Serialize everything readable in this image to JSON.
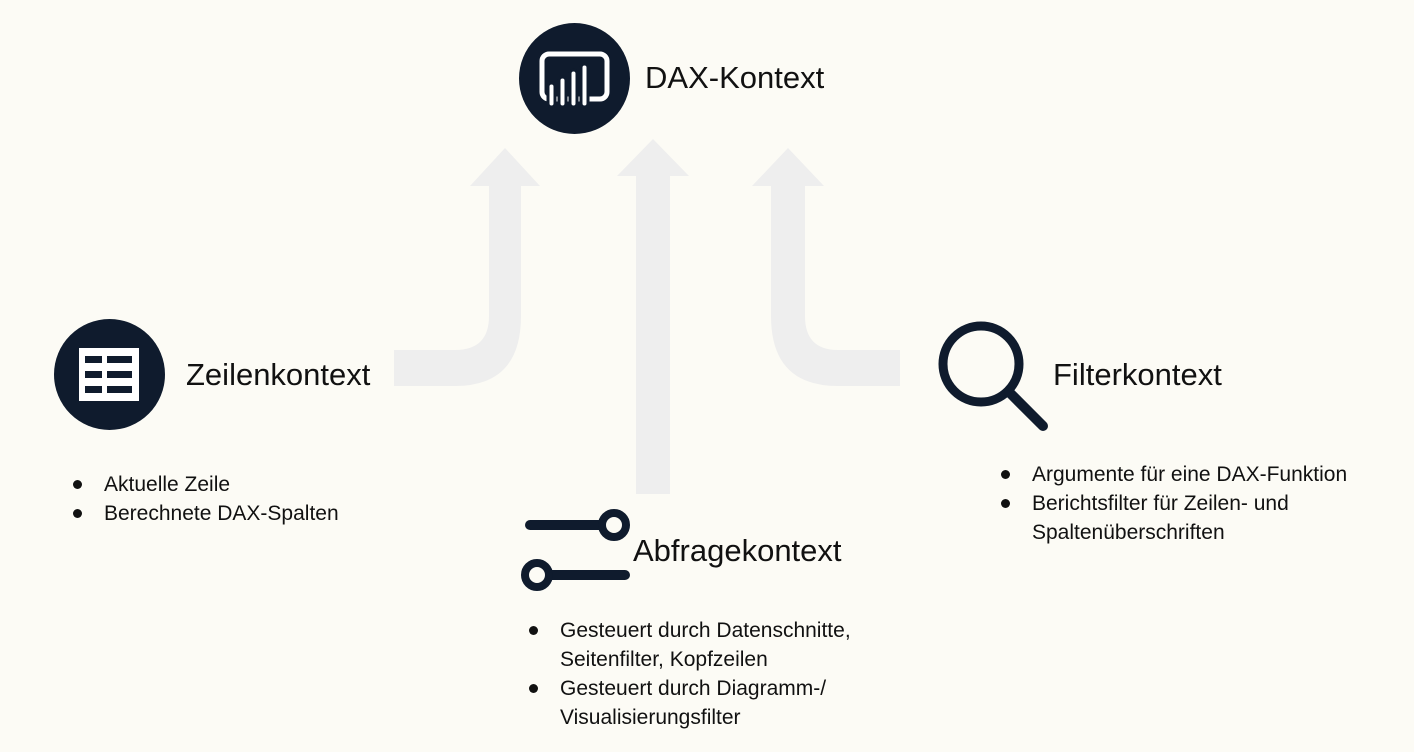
{
  "colors": {
    "background": "#fcfbf5",
    "icon_navy": "#0f1b2d",
    "arrow_gray": "#eeeeee",
    "text": "#111111"
  },
  "center": {
    "title": "DAX-Kontext",
    "icon": "power-bi-report-icon"
  },
  "row_context": {
    "title": "Zeilenkontext",
    "icon": "table-icon",
    "bullets": [
      "Aktuelle Zeile",
      "Berechnete DAX-Spalten"
    ]
  },
  "query_context": {
    "title": "Abfragekontext",
    "icon": "slider-toggle-icon",
    "bullets": [
      "Gesteuert durch Datenschnitte, Seitenfilter, Kopfzeilen",
      "Gesteuert durch Diagramm-/ Visualisierungsfilter"
    ]
  },
  "filter_context": {
    "title": "Filterkontext",
    "icon": "magnifier-icon",
    "bullets": [
      "Argumente für eine DAX-Funktion",
      "Berichtsfilter für Zeilen- und Spaltenüberschriften"
    ]
  }
}
